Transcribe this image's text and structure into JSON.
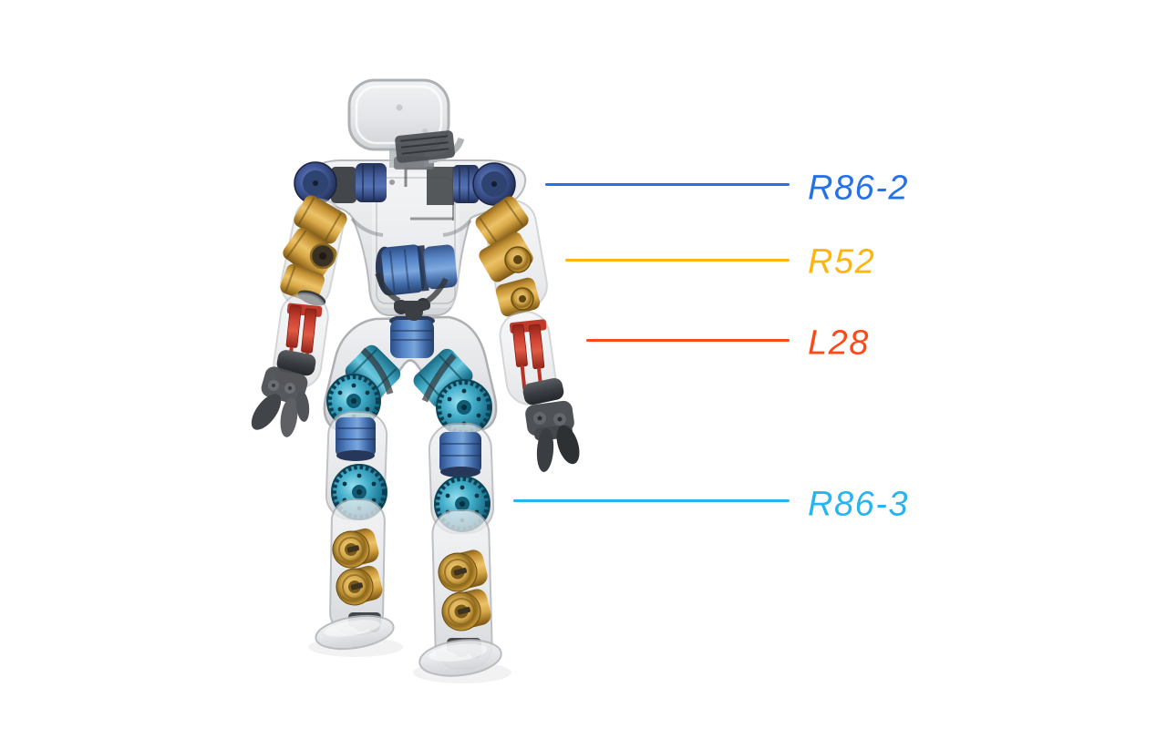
{
  "page": {
    "background": "#ffffff",
    "description": "Annotated diagram of a transparent humanoid robot (back view) showing internal actuators"
  },
  "robot": {
    "name": "humanoid-robot-transparent-back-view",
    "palette": {
      "shell": "#e9ebed",
      "shell_edge": "#b0b3b6",
      "shoulder_actuator_navy": "#40599c",
      "waist_knee_actuator_blue": "#4d7ec4",
      "hip_knee_actuator_teal": "#2f96b4",
      "arm_shin_actuator_gold": "#cfa045",
      "forearm_actuator_red": "#cd4331",
      "hand_gripper_dark": "#45484c"
    }
  },
  "callouts": [
    {
      "label": "R86-2",
      "color": "#2471ea"
    },
    {
      "label": "R52",
      "color": "#ffb60c"
    },
    {
      "label": "L28",
      "color": "#fb4a17"
    },
    {
      "label": "R86-3",
      "color": "#27b4ef"
    }
  ]
}
